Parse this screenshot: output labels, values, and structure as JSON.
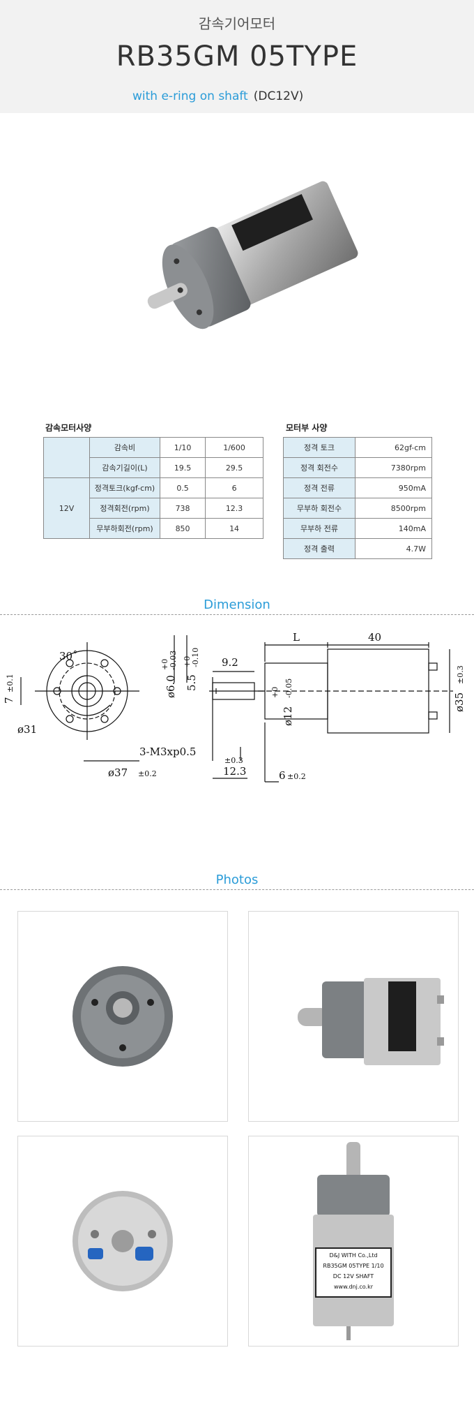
{
  "header": {
    "category": "감속기어모터",
    "model": "RB35GM  05TYPE",
    "subtitle_blue": "with e-ring on shaft",
    "subtitle_dark": "(DC12V)"
  },
  "gear_table": {
    "title": "감속모터사양",
    "voltage": "12V",
    "rows": [
      {
        "label": "감속비",
        "a": "1/10",
        "b": "1/600"
      },
      {
        "label": "감속기길이(L)",
        "a": "19.5",
        "b": "29.5"
      },
      {
        "label": "정격토크(kgf-cm)",
        "a": "0.5",
        "b": "6"
      },
      {
        "label": "정격회전(rpm)",
        "a": "738",
        "b": "12.3"
      },
      {
        "label": "무부하회전(rpm)",
        "a": "850",
        "b": "14"
      }
    ]
  },
  "motor_table": {
    "title": "모터부 사양",
    "rows": [
      {
        "label": "정격 토크",
        "value": "62gf-cm"
      },
      {
        "label": "정격 회전수",
        "value": "7380rpm"
      },
      {
        "label": "정격 전류",
        "value": "950mA"
      },
      {
        "label": "무부하 회전수",
        "value": "8500rpm"
      },
      {
        "label": "무부하 전류",
        "value": "140mA"
      },
      {
        "label": "정격 출력",
        "value": "4.7W"
      }
    ]
  },
  "sections": {
    "dimension": "Dimension",
    "photos": "Photos"
  },
  "dimension": {
    "angle": "30˚",
    "d31": "ø31",
    "d37": "ø37",
    "tol02a": "±0.2",
    "screw": "3-M3xp0.5",
    "side7": "7",
    "side7tol": "±0.1",
    "shaft60": "ø6.0",
    "shaft60tol": "-0.03",
    "tolplus0": "+0",
    "shaft55": "5.5",
    "shaft55tol": "-0.10",
    "d92": "9.2",
    "d123": "12.3",
    "tol03": "±0.3",
    "d6": "6",
    "tol02b": "±0.2",
    "d12": "ø12",
    "d12tol": "-0.05",
    "L": "L",
    "d40": "40",
    "d35": "ø35",
    "d35tol": "±0.3"
  },
  "label": {
    "l1": "D&J WITH Co.,Ltd",
    "l2": "RB35GM 05TYPE 1/10",
    "l3": "DC 12V SHAFT",
    "l4": "www.dnj.co.kr"
  }
}
